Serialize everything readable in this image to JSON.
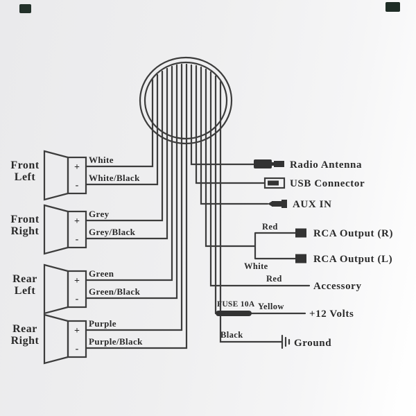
{
  "signs": {
    "plus": "+",
    "minus": "-"
  },
  "speakers": [
    {
      "name_line1": "Front",
      "name_line2": "Left",
      "pos_wire": "White",
      "neg_wire": "White/Black"
    },
    {
      "name_line1": "Front",
      "name_line2": "Right",
      "pos_wire": "Grey",
      "neg_wire": "Grey/Black"
    },
    {
      "name_line1": "Rear",
      "name_line2": "Left",
      "pos_wire": "Green",
      "neg_wire": "Green/Black"
    },
    {
      "name_line1": "Rear",
      "name_line2": "Right",
      "pos_wire": "Purple",
      "neg_wire": "Purple/Black"
    }
  ],
  "connections": {
    "radio_antenna": {
      "label": "Radio Antenna"
    },
    "usb": {
      "label": "USB Connector"
    },
    "aux": {
      "label": "AUX IN"
    },
    "rca_right": {
      "wire_color": "Red",
      "label": "RCA Output (R)"
    },
    "rca_left": {
      "wire_color": "White",
      "label": "RCA Output (L)"
    },
    "accessory": {
      "wire_color": "Red",
      "label": "Accessory"
    },
    "power": {
      "fuse_label": "FUSE 10A",
      "wire_color": "Yellow",
      "label": "+12 Volts"
    },
    "ground": {
      "wire_color": "Black",
      "label": "Ground"
    }
  },
  "icons": {
    "radio_antenna": "antenna-plug-icon",
    "usb": "usb-plug-icon",
    "aux": "aux-jack-icon",
    "rca": "rca-plug-icon",
    "power": "fuse-holder-icon",
    "ground": "ground-symbol-icon",
    "speaker": "speaker-symbol-icon",
    "harness": "wire-harness-loop"
  },
  "colors": {
    "line": "#3c3c3c",
    "text": "#2a2a2a",
    "connector_fill": "#333333",
    "background": "#efeff0"
  }
}
